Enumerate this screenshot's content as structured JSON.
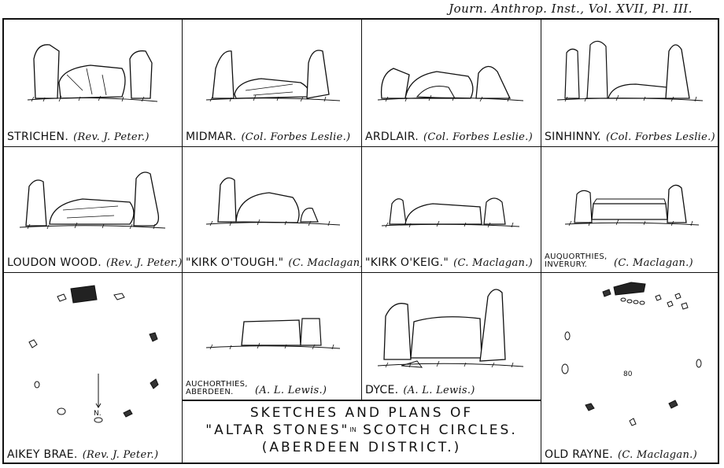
{
  "header": {
    "text": "Journ. Anthrop. Inst., Vol. XVII, Pl. III."
  },
  "cells": [
    {
      "site": "STRICHEN.",
      "credit": "(Rev. J. Peter.)"
    },
    {
      "site": "MIDMAR.",
      "credit": "(Col. Forbes Leslie.)"
    },
    {
      "site": "ARDLAIR.",
      "credit": "(Col. Forbes Leslie.)"
    },
    {
      "site": "SINHINNY.",
      "credit": "(Col. Forbes Leslie.)"
    },
    {
      "site": "LOUDON WOOD.",
      "credit": "(Rev. J. Peter.)"
    },
    {
      "site": "\"KIRK O'TOUGH.\"",
      "credit": "(C. Maclagan)"
    },
    {
      "site": "\"KIRK O'KEIG.\"",
      "credit": "(C. Maclagan.)"
    },
    {
      "site": "AUQUORTHIES, INVERURY.",
      "credit": "(C. Maclagan.)"
    },
    {
      "site": "AIKEY BRAE.",
      "credit": "(Rev. J. Peter.)"
    },
    {
      "site": "AUCHORTHIES, ABERDEEN.",
      "credit": "(A. L. Lewis.)"
    },
    {
      "site": "DYCE.",
      "credit": "(A. L. Lewis.)"
    },
    {
      "site": "OLD RAYNE.",
      "credit": "(C. Maclagan.)"
    }
  ],
  "title": {
    "line1": "SKETCHES AND PLANS OF",
    "line2a": "\"ALTAR STONES\"",
    "line2in": "IN",
    "line2b": "SCOTCH CIRCLES.",
    "line3": "(ABERDEEN DISTRICT.)"
  },
  "plan_labels": {
    "aikey_north": "N.",
    "rayne_number": "80"
  }
}
